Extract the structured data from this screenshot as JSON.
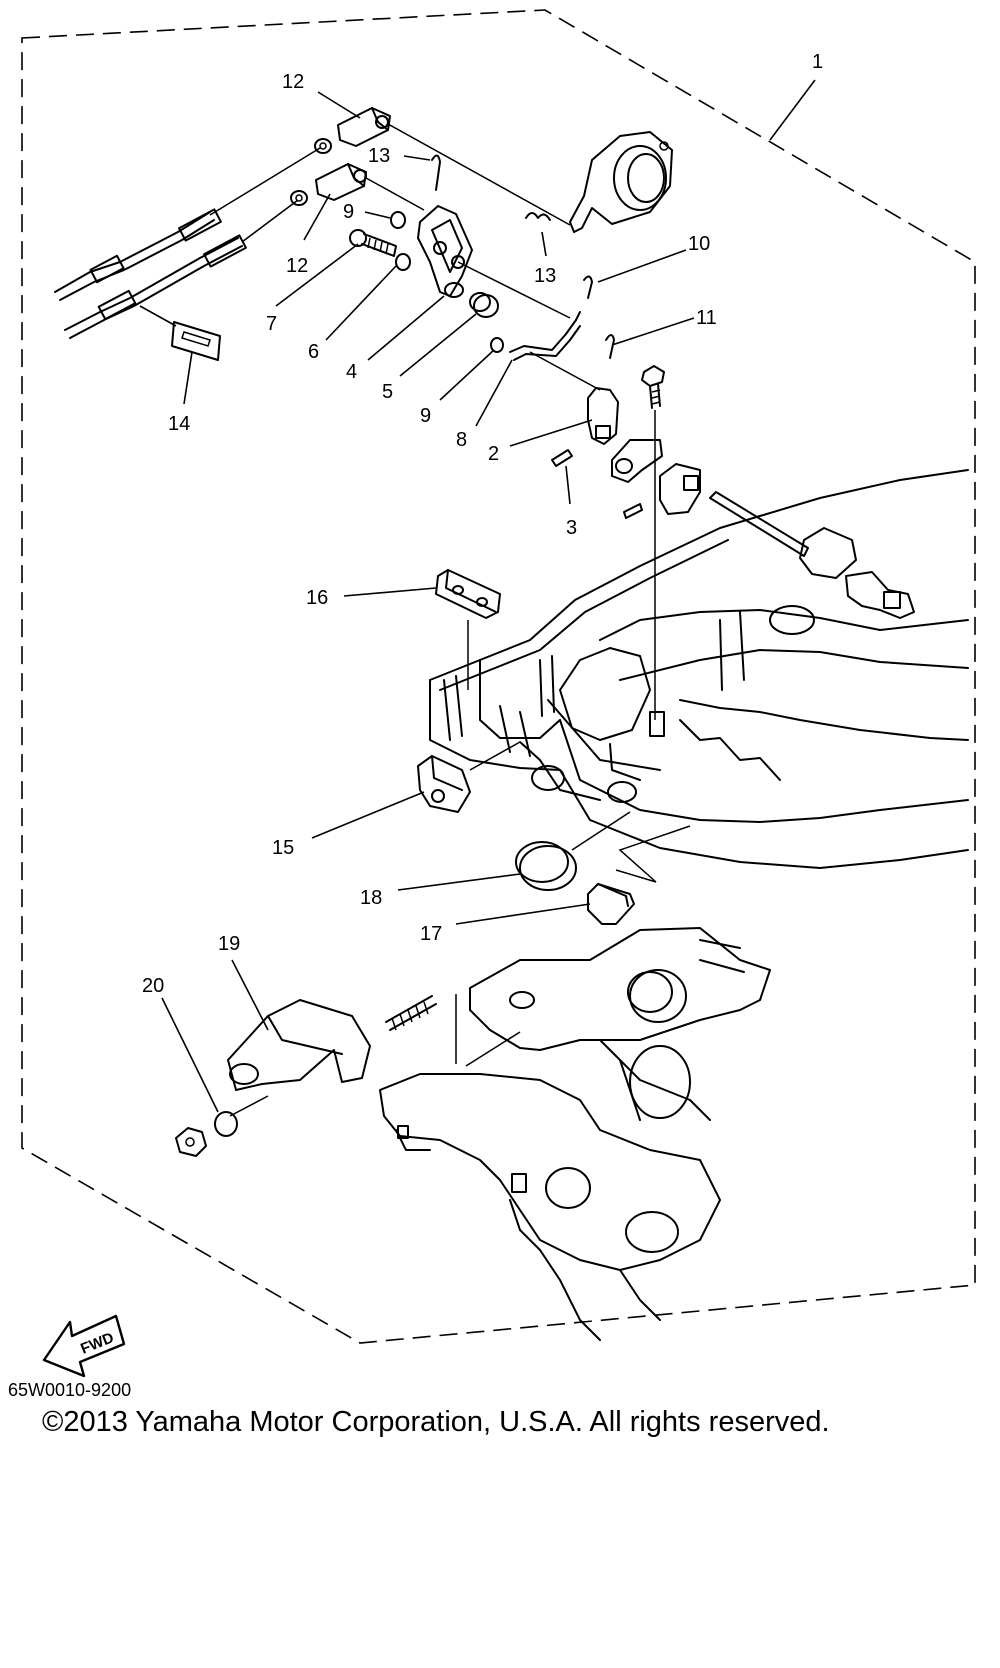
{
  "callouts": [
    "1",
    "2",
    "3",
    "4",
    "5",
    "6",
    "7",
    "8",
    "9",
    "9",
    "10",
    "11",
    "12",
    "12",
    "13",
    "13",
    "14",
    "15",
    "16",
    "17",
    "18",
    "19",
    "20"
  ],
  "fwd_label": "FWD",
  "diagram_code": "65W0010-9200",
  "copyright": "©2013 Yamaha Motor Corporation, U.S.A. All rights reserved."
}
